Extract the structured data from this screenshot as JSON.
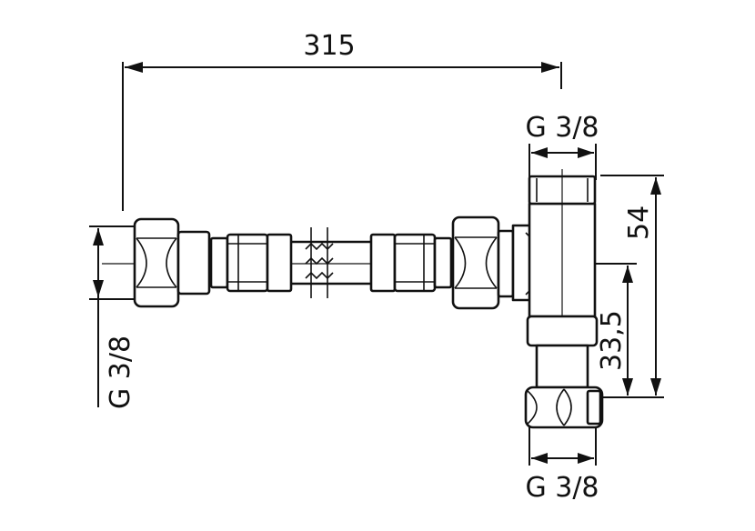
{
  "dimensions": {
    "overall_length": "315",
    "left_thread": "G 3/8",
    "top_thread": "G 3/8",
    "bottom_thread": "G 3/8",
    "tee_height": "54",
    "branch_height": "33,5"
  }
}
